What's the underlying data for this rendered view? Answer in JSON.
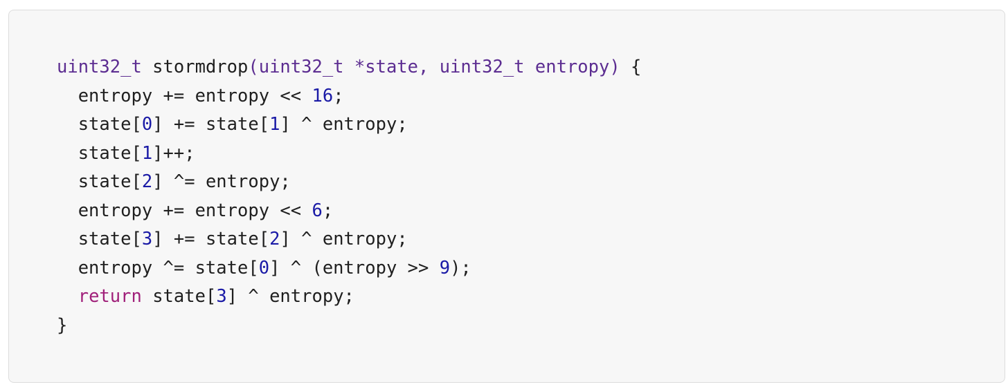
{
  "code_block": {
    "language": "c",
    "colors": {
      "background": "#f7f7f7",
      "text": "#1f1f1f",
      "type": "#5c2d91",
      "number": "#1a1aa6",
      "keyword": "#a0207a"
    },
    "lines": [
      [
        {
          "t": "uint32_t",
          "c": "type"
        },
        {
          "t": " stormdrop",
          "c": "plain"
        },
        {
          "t": "(uint32_t *state, uint32_t entropy)",
          "c": "params"
        },
        {
          "t": " {",
          "c": "plain"
        }
      ],
      [
        {
          "t": "  entropy += entropy << ",
          "c": "plain"
        },
        {
          "t": "16",
          "c": "num"
        },
        {
          "t": ";",
          "c": "plain"
        }
      ],
      [
        {
          "t": "  state[",
          "c": "plain"
        },
        {
          "t": "0",
          "c": "num"
        },
        {
          "t": "] += state[",
          "c": "plain"
        },
        {
          "t": "1",
          "c": "num"
        },
        {
          "t": "] ^ entropy;",
          "c": "plain"
        }
      ],
      [
        {
          "t": "  state[",
          "c": "plain"
        },
        {
          "t": "1",
          "c": "num"
        },
        {
          "t": "]++;",
          "c": "plain"
        }
      ],
      [
        {
          "t": "  state[",
          "c": "plain"
        },
        {
          "t": "2",
          "c": "num"
        },
        {
          "t": "] ^= entropy;",
          "c": "plain"
        }
      ],
      [
        {
          "t": "  entropy += entropy << ",
          "c": "plain"
        },
        {
          "t": "6",
          "c": "num"
        },
        {
          "t": ";",
          "c": "plain"
        }
      ],
      [
        {
          "t": "  state[",
          "c": "plain"
        },
        {
          "t": "3",
          "c": "num"
        },
        {
          "t": "] += state[",
          "c": "plain"
        },
        {
          "t": "2",
          "c": "num"
        },
        {
          "t": "] ^ entropy;",
          "c": "plain"
        }
      ],
      [
        {
          "t": "  entropy ^= state[",
          "c": "plain"
        },
        {
          "t": "0",
          "c": "num"
        },
        {
          "t": "] ^ (entropy >> ",
          "c": "plain"
        },
        {
          "t": "9",
          "c": "num"
        },
        {
          "t": ");",
          "c": "plain"
        }
      ],
      [
        {
          "t": "  ",
          "c": "plain"
        },
        {
          "t": "return",
          "c": "kw"
        },
        {
          "t": " state[",
          "c": "plain"
        },
        {
          "t": "3",
          "c": "num"
        },
        {
          "t": "] ^ entropy;",
          "c": "plain"
        }
      ],
      [
        {
          "t": "}",
          "c": "plain"
        }
      ]
    ]
  }
}
